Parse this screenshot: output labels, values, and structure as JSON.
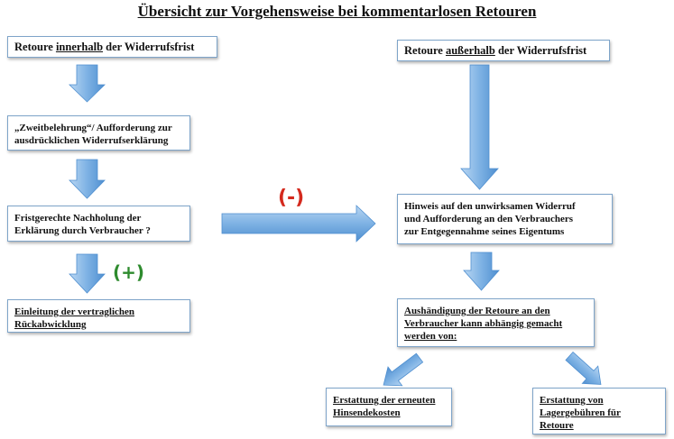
{
  "title": "Übersicht zur Vorgehensweise bei kommentarlosen Retouren",
  "left": {
    "box1": {
      "pre": "Retoure ",
      "emph": "innerhalb",
      "post": " der Widerrufsfrist"
    },
    "box2": {
      "line1": "„Zweitbelehrung“/ Aufforderung zur",
      "line2": "ausdrücklichen Widerrufserklärung"
    },
    "box3": {
      "line1": "Fristgerechte Nachholung der",
      "line2": "Erklärung durch Verbraucher ?"
    },
    "box4": {
      "line1": "Einleitung der vertraglichen",
      "line2": "Rückabwicklung"
    },
    "plus_label": "(+)"
  },
  "right": {
    "box1": {
      "pre": "Retoure ",
      "emph": "außerhalb",
      "post": " der Widerrufsfrist"
    },
    "box2": {
      "line1": "Hinweis auf den unwirksamen Widerruf",
      "line2": "und Aufforderung an den Verbrauchers",
      "line3": "zur Entgegennahme seines Eigentums"
    },
    "box3": {
      "line1": "Aushändigung der Retoure an den",
      "line2": "Verbraucher kann abhängig gemacht",
      "line3": "werden von:"
    },
    "box4": {
      "line1": "Erstattung der erneuten",
      "line2": "Hinsendekosten"
    },
    "box5": {
      "line1": "Erstattung von",
      "line2": "Lagergebühren für",
      "line3": "Retoure"
    }
  },
  "minus_label": "(-)",
  "colors": {
    "arrow_light": "#b9d6f2",
    "arrow_dark": "#4f8fd0",
    "box_border": "#7ea4c9",
    "plus": "#2e8b2e",
    "minus": "#d42a1e"
  }
}
